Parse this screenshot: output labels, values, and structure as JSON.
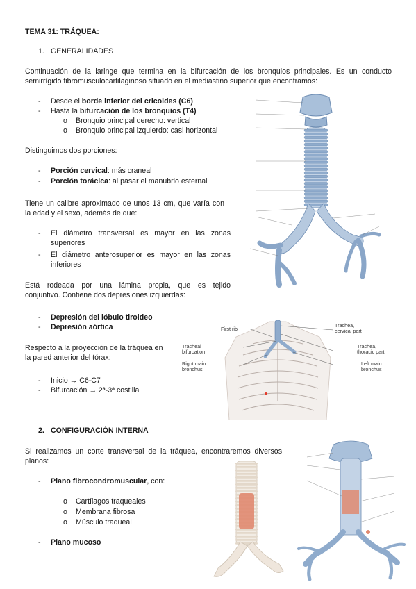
{
  "title": "TEMA 31: TRÁQUEA:",
  "sec1": {
    "num": "1.",
    "heading": "GENERALIDADES",
    "intro_line1": "Continuación de la laringe que termina en la bifurcación de los bronquios principales. Es un conducto",
    "intro_line2": "semirrígido fibromusculocartilaginoso situado en el mediastino superior que encontramos:",
    "b1_pre": "Desde el ",
    "b1_bold": "borde inferior del cricoides (C6)",
    "b2_pre": "Hasta la ",
    "b2_bold": "bifurcación de los bronquios (T4)",
    "b2_sub1": "Bronquio principal derecho: vertical",
    "b2_sub2": "Bronquio principal izquierdo: casi horizontal",
    "porciones_intro": "Distinguimos dos porciones:",
    "p1_bold": "Porción cervical",
    "p1_rest": ": más craneal",
    "p2_bold": "Porción torácica",
    "p2_rest": ": al pasar el manubrio esternal",
    "calibre_line1": "Tiene un calibre aproximado de unos 13 cm, que varía con",
    "calibre_line2": "la edad y el sexo, además de que:",
    "c1_line1": "El diámetro transversal es mayor en las zonas",
    "c1_line2": "superiores",
    "c2_line1": "El diámetro anterosuperior es mayor en las zonas",
    "c2_line2": "inferiores",
    "lamina_line1": "Está rodeada por una lámina propia, que es tejido",
    "lamina_line2": "conjuntivo. Contiene dos depresiones izquierdas:",
    "d1": "Depresión del lóbulo tiroideo",
    "d2": "Depresión aórtica",
    "proy_line1": "Respecto a la proyección de la tráquea en",
    "proy_line2": "la pared anterior del tórax:",
    "pr1": "Inicio → C6-C7",
    "pr2": "Bifurcación → 2ª-3ª costilla"
  },
  "sec2": {
    "num": "2.",
    "heading": "CONFIGURACIÓN INTERNA",
    "corte_line1": "Si realizamos un corte transversal de la tráquea, encontraremos diversos",
    "corte_line2": "planos:",
    "f_bold": "Plano fibrocondromuscular",
    "f_rest": ", con:",
    "f_sub1": "Cartílagos traqueales",
    "f_sub2": "Membrana fibrosa",
    "f_sub3": "Músculo traqueal",
    "m_bold": "Plano mucoso"
  },
  "bullets": {
    "dash": "-",
    "circle": "o"
  },
  "fig_thorax": {
    "first_rib": "First rib",
    "trachea_cervical_1": "Trachea,",
    "trachea_cervical_2": "cervical part",
    "tracheal_bif_1": "Tracheal",
    "tracheal_bif_2": "bifurcation",
    "trachea_thoracic_1": "Trachea,",
    "trachea_thoracic_2": "thoracic part",
    "right_main_1": "Right main",
    "right_main_2": "bronchus",
    "left_main_1": "Left main",
    "left_main_2": "bronchus"
  },
  "colors": {
    "cartilage_blue": "#9bb5d2",
    "cartilage_dark": "#5d7fa8",
    "mucosa_red": "#e08a70",
    "skin": "#f3efec",
    "marker_red": "#e53a2a"
  }
}
